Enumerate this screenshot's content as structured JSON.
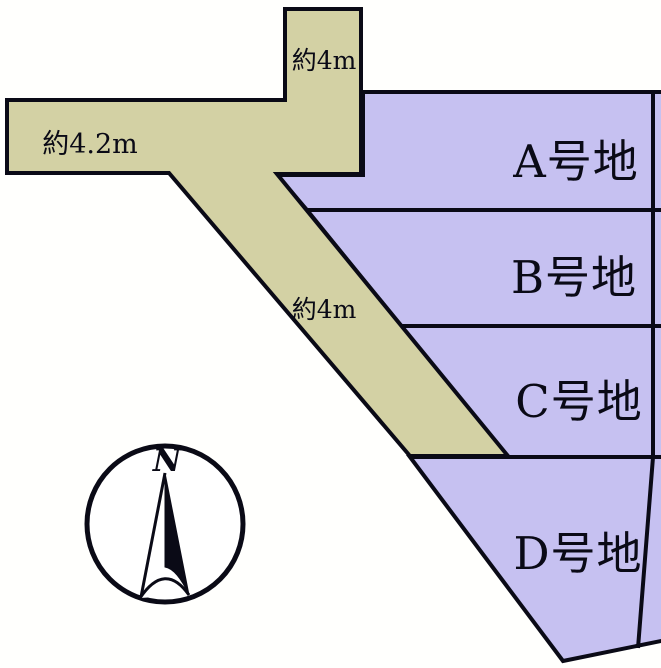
{
  "diagram": {
    "colors": {
      "road_fill": "#d3d1a4",
      "plot_fill": "#c6c1f1",
      "outline": "#0a0a16",
      "background": "#fffffd"
    },
    "roads": {
      "north_road_width_label": "約4m",
      "west_road_width_label": "約4.2m",
      "diagonal_road_width_label": "約4m"
    },
    "plots": [
      {
        "id": "A",
        "label": "A号地"
      },
      {
        "id": "B",
        "label": "B号地"
      },
      {
        "id": "C",
        "label": "C号地"
      },
      {
        "id": "D",
        "label": "D号地"
      }
    ],
    "compass": {
      "label": "N"
    }
  }
}
